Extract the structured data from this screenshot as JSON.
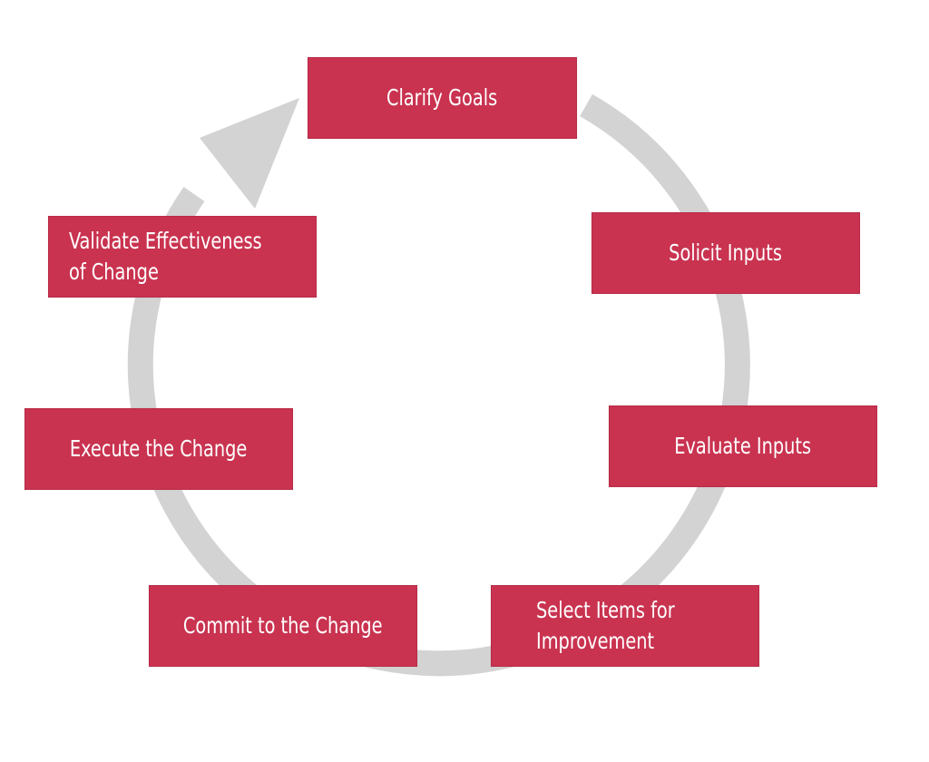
{
  "colors": {
    "box_fill": "#c93350",
    "box_text": "#ffffff",
    "ring": "#d3d3d3",
    "background": "#ffffff"
  },
  "steps": [
    {
      "label": "Clarify Goals"
    },
    {
      "label": "Solicit Inputs"
    },
    {
      "label": "Evaluate Inputs"
    },
    {
      "label": "Select Items for\nImprovement"
    },
    {
      "label": "Commit to the Change"
    },
    {
      "label": "Execute the Change"
    },
    {
      "label": "Validate Effectiveness\n of Change"
    }
  ],
  "ring": {
    "direction": "clockwise",
    "arrowhead": "arrow-icon"
  }
}
